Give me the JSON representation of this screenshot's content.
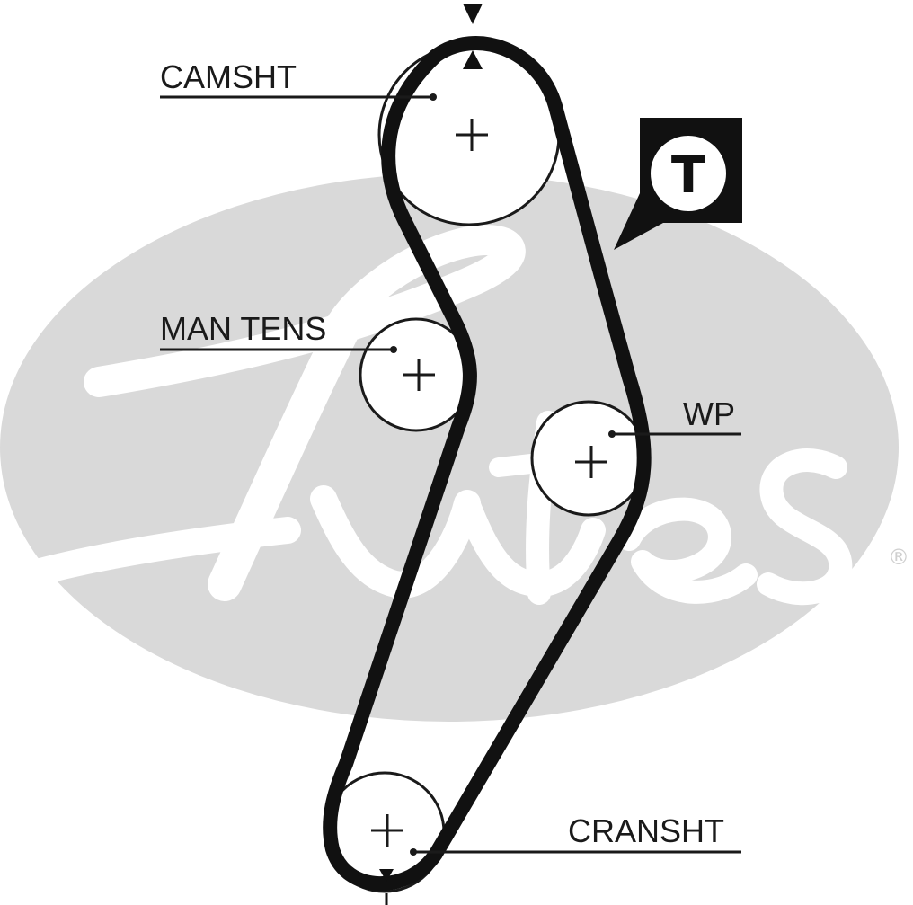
{
  "labels": {
    "camshaft": "CAMSHT",
    "manual_tensioner": "MAN TENS",
    "water_pump": "WP",
    "crankshaft": "CRANSHT"
  },
  "badge": {
    "letter": "T"
  },
  "watermark": {
    "brand": "Gates",
    "registered_mark": "®"
  },
  "colors": {
    "belt": "#111111",
    "line": "#1a1a1a",
    "watermark": "#d9d9d9",
    "background": "#ffffff"
  },
  "icons": {
    "badge_icon": "tensioner-badge-icon",
    "timing_mark_icon": "triangle-marker-icon",
    "center_icon": "pulley-center-cross-icon"
  }
}
